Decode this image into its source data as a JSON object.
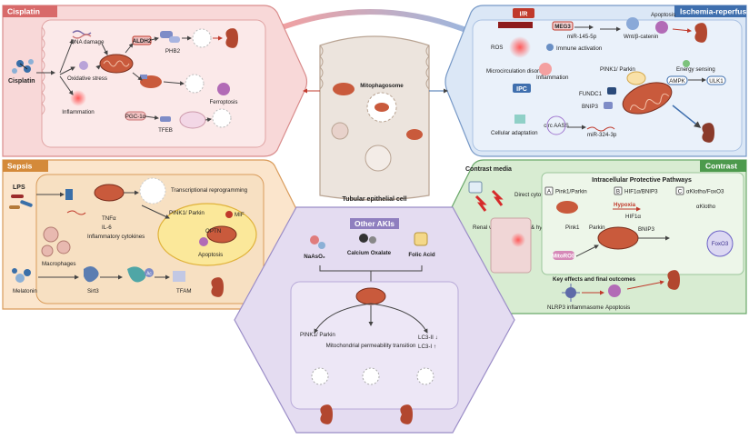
{
  "center": {
    "mitophagosome": "Mitophagosome",
    "cell_title": "Tubular epithelial cell"
  },
  "cisplatin": {
    "title": "Cisplatin",
    "drug": "Cisplatin",
    "dna_damage": "DNA damage",
    "oxidative_stress": "Oxidative stress",
    "inflammation": "Inflammation",
    "aldh2": "ALDH2",
    "phb2": "PHB2",
    "ferroptosis": "Ferroptosis",
    "pgc1a": "PGC-1α",
    "tfeb": "TFEB"
  },
  "ischemia": {
    "title": "Ischemia-reperfusion",
    "ir": "I/R",
    "ros": "ROS",
    "meg3": "MEG3",
    "mir145": "miR-145-5p",
    "wnt": "Wnt/β-catenin",
    "apoptosis": "Apoptosis",
    "immune_activation": "Immune activation",
    "microcirculation": "Microcirculation disorders",
    "inflammation": "Inflammation",
    "pink1_parkin": "PINK1/ Parkin",
    "energy_sensing": "Energy sensing",
    "ampk": "AMPK",
    "ulk1": "ULK1",
    "ipc": "IPC",
    "fundc1": "FUNDC1",
    "bnip3": "BNIP3",
    "cellular_adaptation": "Cellular adaptation",
    "circ_aass": "circ AASS",
    "mir324": "miR-324-3p"
  },
  "sepsis": {
    "title": "Sepsis",
    "lps": "LPS",
    "transcriptional": "Transcriptional reprogramming",
    "tnfa": "TNFα",
    "il6": "IL-6",
    "cytokines": "Inflammatory cytokines",
    "macrophages": "Macrophages",
    "pink1_parkin": "PINK1/ Parkin",
    "mif": "MIF",
    "optn": "OPTN",
    "apoptosis": "Apoptosis",
    "melatonin": "Melatonin",
    "sirt3": "Sirt3",
    "ac": "Ac",
    "tfam": "TFAM"
  },
  "contrast": {
    "title": "Contrast",
    "media": "Contrast media",
    "renal_vaso": "Renal vasoconstriction & hypoxia",
    "direct_cyto": "Direct cytotoxicity",
    "intracellular": "Intracellular Protective Pathways",
    "path_a": "Pink1/Parkin",
    "path_b": "HIF1α/BNIP3",
    "path_c": "αKlotho/FoxO3",
    "hypoxia": "Hypoxia",
    "hif1a": "HIF1α",
    "bnip3": "BNIP3",
    "aklotho": "αKlotho",
    "pink1": "Pink1",
    "parkin": "Parkin",
    "foxo3": "FoxO3",
    "mitoros": "MitoROS",
    "key_effects": "Key effects and final outcomes",
    "nlrp3": "NLRP3 inflammasome",
    "apoptosis": "Apoptosis",
    "label_a": "A",
    "label_b": "B",
    "label_c": "C"
  },
  "other": {
    "title": "Other AKIs",
    "naaso2": "NaAsO₂",
    "calcium": "Calcium Oxalate",
    "folic": "Folic Acid",
    "pink1_parkin": "PINK1/ Parkin",
    "mpt": "Mitochondrial permeability transition",
    "lc3_ii": "LC3-II ↓",
    "lc3_i": "LC3-I ↑"
  },
  "colors": {
    "cisplatin": "#e07c7c",
    "ischemia": "#3f6fae",
    "sepsis": "#d48a3a",
    "contrast": "#4d9a4d",
    "other": "#8f7fbf",
    "center_bg": "#ece4dd"
  }
}
